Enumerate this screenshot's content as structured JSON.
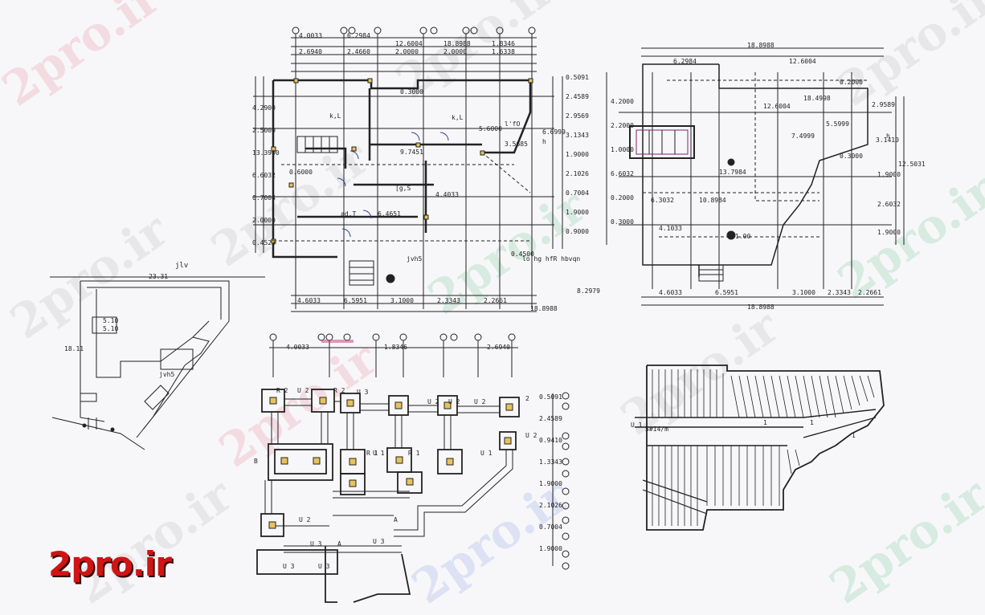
{
  "brand": {
    "logo_text": "2pro.ir",
    "watermark_text": "2pro.ir",
    "logo_color": "#d01414"
  },
  "colors": {
    "line": "#222222",
    "accent_column": "#e8c25a",
    "pink_dim": "#c23a7a",
    "background": "#f7f7f9"
  },
  "plan_top_left": {
    "top_dims": [
      "4.0033",
      "6.2984",
      "12.6004",
      "18.8988",
      "1.8346",
      "2.6940",
      "2.4660",
      "2.0000",
      "2.0000",
      "1.6338"
    ],
    "bottom_dims": [
      "4.6033",
      "6.5951",
      "3.1000",
      "2.3343",
      "2.2661",
      "18.8988",
      "8.2979"
    ],
    "left_dims": [
      "4.2900",
      "2.5000",
      "13.3900",
      "6.6032",
      "0.7004",
      "2.0000",
      "0.4523"
    ],
    "right_dims": [
      "0.5091",
      "2.4589",
      "2.9569",
      "3.1343",
      "1.9000",
      "2.1026",
      "0.7004",
      "1.9000",
      "0.9000"
    ],
    "room_labels": [
      "k,L",
      "k,L",
      "l'fO",
      "h",
      "[g,S",
      "ad.T",
      "jvh5",
      "lo  hg hfR  hbvqn"
    ],
    "misc_text": [
      "6.6999",
      "5.6000",
      "9.7451",
      "3.5685",
      "4.4033",
      "6.4651",
      "0.3000",
      "0.4500",
      "0.6000"
    ]
  },
  "plan_top_right": {
    "top_dims": [
      "18.8988",
      "6.2984",
      "12.6004"
    ],
    "bottom_dims": [
      "4.6033",
      "6.5951",
      "3.1000",
      "2.3343",
      "2.2661",
      "18.8988"
    ],
    "left_dims": [
      "4.2000",
      "2.2000",
      "1.0000",
      "6.6032",
      "0.2000",
      "0.3000"
    ],
    "right_dims": [
      "2.9589",
      "3.1410",
      "12.5031",
      "1.9000",
      "2.6032",
      "1.9000"
    ],
    "interior_text": [
      "18.4998",
      "12.6004",
      "5.5999",
      "7.4999",
      "10.8984",
      "6.3032",
      "4.1033",
      "0.2000",
      "0.3000",
      "13.7984",
      "1.00",
      "h"
    ]
  },
  "site_plan": {
    "title": "jlv",
    "labels": [
      "23.31",
      "5.10",
      "5.10",
      "18.11",
      "jvh5"
    ]
  },
  "foundation_plan": {
    "top_dims": [
      "4.0033",
      "1.8346",
      "2.6940"
    ],
    "right_dims": [
      "0.5091",
      "2.4589",
      "0.9410",
      "1.3343",
      "1.9000",
      "2.1026",
      "0.7004",
      "1.9000"
    ],
    "labels": [
      "R 2",
      "U 2",
      "R 2",
      "U 3",
      "U 2",
      "U 2",
      "U 2",
      "R 1",
      "U 1",
      "R 1",
      "U 1",
      "U 2",
      "A",
      "U 3",
      "A",
      "U 3",
      "U 3",
      "U 3",
      "B",
      "2",
      "U 2"
    ]
  },
  "roof_plan": {
    "labels": [
      "U 1",
      "5#14/m",
      "1",
      "1",
      "1"
    ]
  }
}
